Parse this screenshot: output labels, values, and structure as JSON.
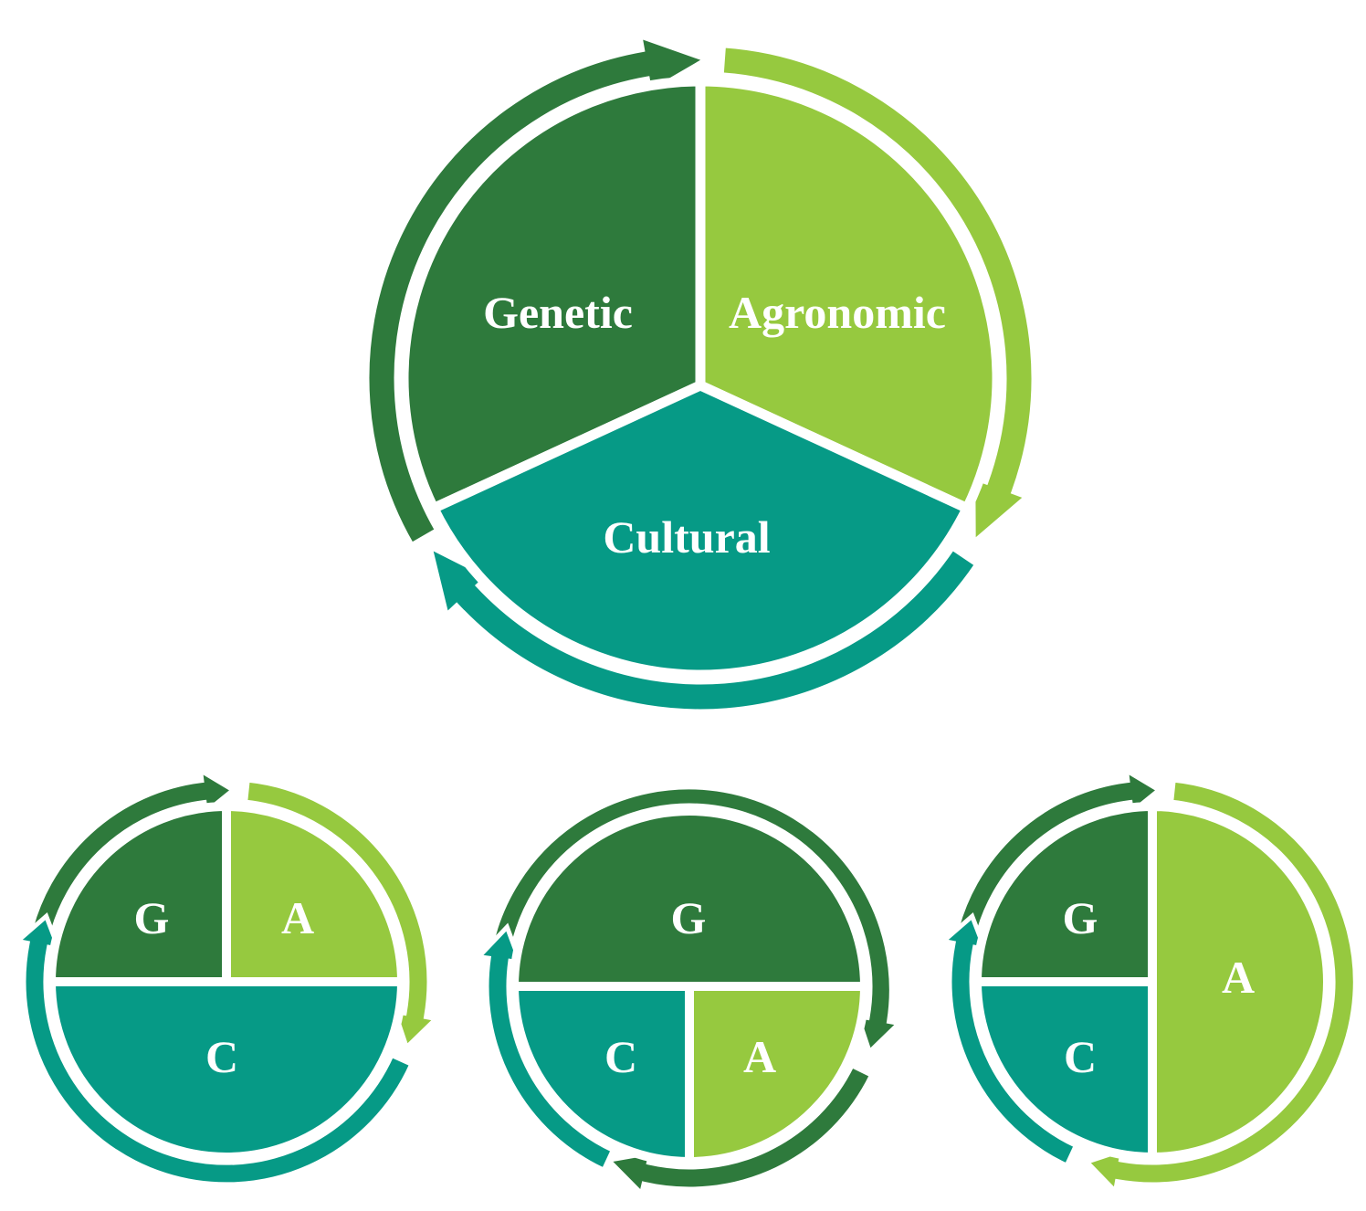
{
  "colors": {
    "genetic": "#2e7a3c",
    "agronomic": "#96c93f",
    "cultural": "#069a86",
    "separator": "#ffffff"
  },
  "main_diagram": {
    "labels": {
      "genetic": "Genetic",
      "agronomic": "Agronomic",
      "cultural": "Cultural"
    }
  },
  "small_diagrams": [
    {
      "labels": {
        "g": "G",
        "a": "A",
        "c": "C"
      }
    },
    {
      "labels": {
        "g": "G",
        "a": "A",
        "c": "C"
      }
    },
    {
      "labels": {
        "g": "G",
        "a": "A",
        "c": "C"
      }
    }
  ]
}
